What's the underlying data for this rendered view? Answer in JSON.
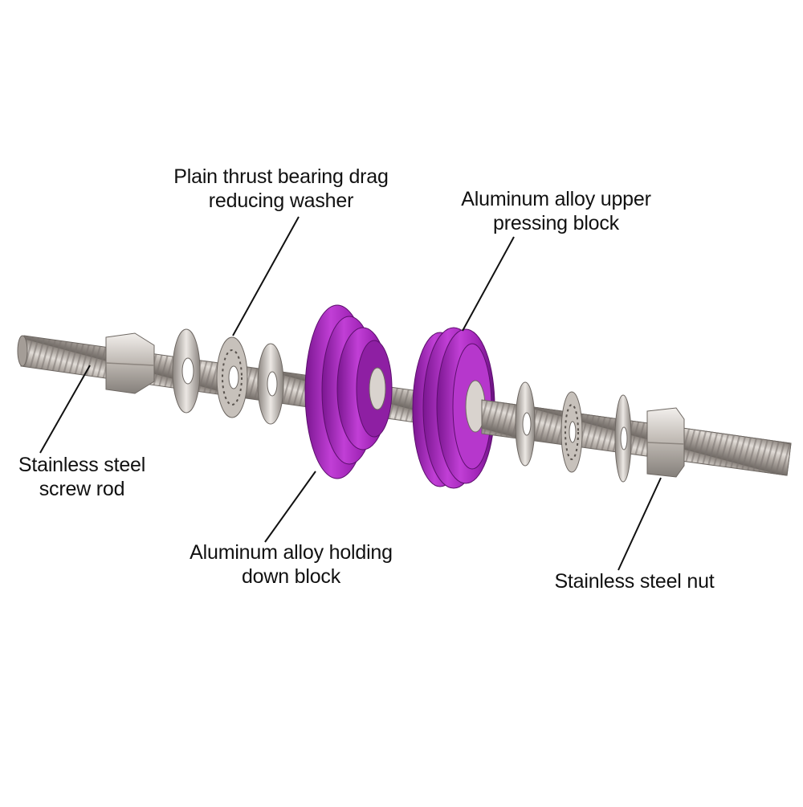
{
  "labels": {
    "thrust_washer": [
      "Plain thrust bearing  drag",
      "reducing washer"
    ],
    "upper_block": [
      "Aluminum alloy  upper",
      "pressing block"
    ],
    "screw_rod": [
      "Stainless steel",
      "screw rod"
    ],
    "holding_block": [
      "Aluminum alloy holding",
      "down block"
    ],
    "nut": [
      "Stainless steel nut"
    ]
  },
  "colors": {
    "background": "#ffffff",
    "steel": "#b9b3ad",
    "steel_dark": "#7d7670",
    "aluminum_purple": "#a12bb5",
    "aluminum_purple_dark": "#6e1380",
    "leader_line": "#111111"
  }
}
